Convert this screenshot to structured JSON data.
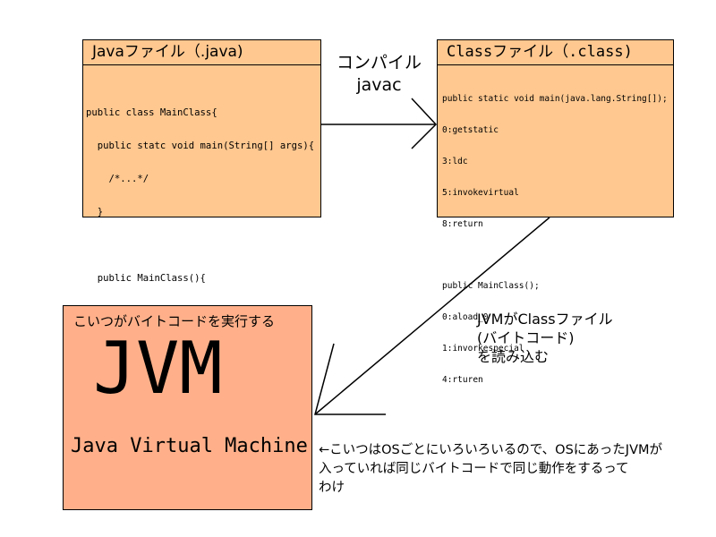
{
  "java_file": {
    "title": "Javaファイル（.java)",
    "code_lines": [
      "public class MainClass{",
      "  public statc void main(String[] args){",
      "    /*...*/",
      "  }",
      "",
      "  public MainClass(){",
      "    /*...*/",
      "  }",
      "}"
    ]
  },
  "class_file": {
    "title": "Classファイル（.class)",
    "code_lines": [
      "public static void main(java.lang.String[]);",
      "0:getstatic",
      "3:ldc",
      "5:invokevirtual",
      "8:return",
      "",
      "public MainClass();",
      "0:aload_0",
      "1:invorkespecial",
      "4:rturen"
    ]
  },
  "compile_label": {
    "line1": "コンパイル",
    "line2": "javac"
  },
  "load_label": {
    "line1": "JVMがClassファイル",
    "line2": "(バイトコード)",
    "line3": "を読み込む"
  },
  "jvm": {
    "caption": "こいつがバイトコードを実行する",
    "big": "JVM",
    "full_name": "Java Virtual Machine"
  },
  "note": {
    "line1": "←こいつはOSごとにいろいろいるので、OSにあったJVMが",
    "line2": "入っていれば同じバイトコードで同じ動作をするって",
    "line3": "わけ"
  },
  "colors": {
    "file_box": "#ffc890",
    "jvm_box": "#ffb08a",
    "line": "#000000"
  }
}
